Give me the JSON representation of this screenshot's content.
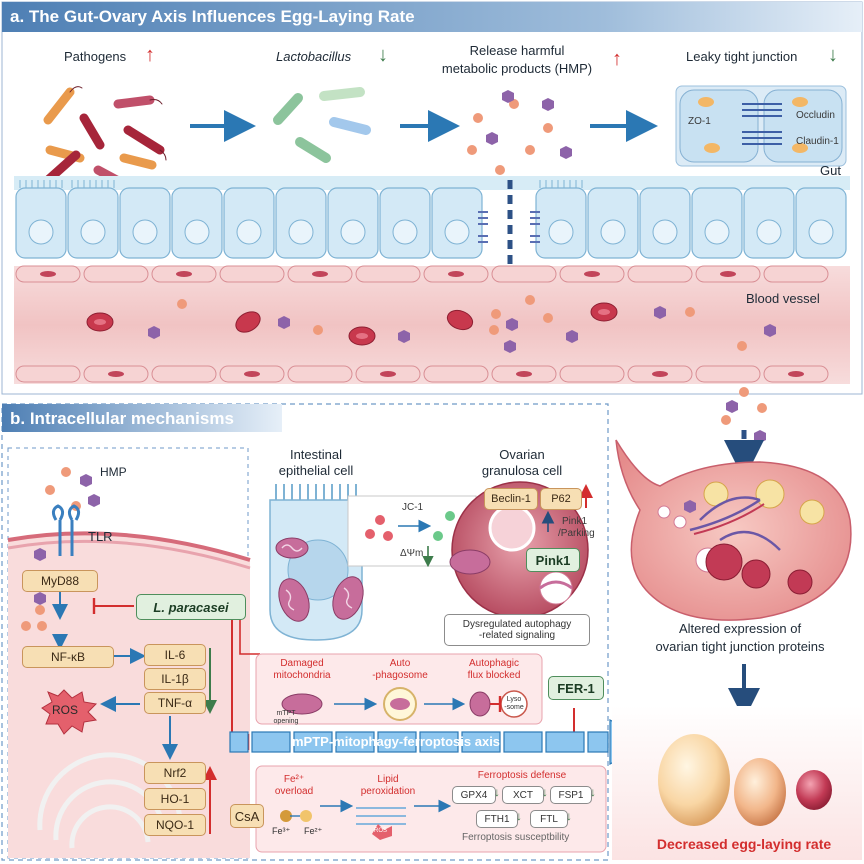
{
  "panel_a": {
    "title": "a. The Gut-Ovary Axis Influences Egg-Laying Rate",
    "pathogens": "Pathogens",
    "lactobacillus": "Lactobacillus",
    "hmp_line1": "Release harmful",
    "hmp_line2": "metabolic products (HMP)",
    "leaky": "Leaky tight junction",
    "zo1": "ZO-1",
    "occludin": "Occludin",
    "claudin": "Claudin-1",
    "gut": "Gut",
    "blood_vessel": "Blood vessel"
  },
  "panel_b": {
    "title": "b. Intracellular mechanisms",
    "hmp": "HMP",
    "tlr": "TLR",
    "myd88": "MyD88",
    "l_paracasei": "L. paracasei",
    "nfkb": "NF-κB",
    "il6": "IL-6",
    "il1b": "IL-1β",
    "tnfa": "TNF-α",
    "ros": "ROS",
    "nrf2": "Nrf2",
    "ho1": "HO-1",
    "nqo1": "NQO-1",
    "intestinal_l1": "Intestinal",
    "intestinal_l2": "epithelial cell",
    "ovarian_l1": "Ovarian",
    "ovarian_l2": "granulosa cell",
    "jc1": "JC-1",
    "dpsi": "ΔΨm",
    "beclin": "Beclin-1",
    "p62": "P62",
    "pink_parkin_l1": "Pink1",
    "pink_parkin_l2": "/Parking",
    "pink1": "Pink1",
    "dysreg_l1": "Dysregulated autophagy",
    "dysreg_l2": "-related signaling",
    "damaged_l1": "Damaged",
    "damaged_l2": "mitochondria",
    "mtpt_l1": "mTPT",
    "mtpt_l2": "opening",
    "auto_l1": "Auto",
    "auto_l2": "-phagosome",
    "flux_l1": "Autophagic",
    "flux_l2": "flux blocked",
    "lyso_l1": "Lyso",
    "lyso_l2": "-some",
    "fer1": "FER-1",
    "axis": "mPTP-mitophagy-ferroptosis axis",
    "csa": "CsA",
    "fe_l1": "Fe²⁺",
    "fe_l2": "overload",
    "fe3": "Fe³⁺",
    "fe2": "Fe²⁺",
    "lipid_l1": "Lipid",
    "lipid_l2": "peroxidation",
    "ros_small": "ROS",
    "defense": "Ferroptosis defense",
    "gpx4": "GPX4",
    "xct": "XCT",
    "fsp1": "FSP1",
    "fth1": "FTH1",
    "ftl": "FTL",
    "suscept": "Ferroptosis susceptbility",
    "altered_l1": "Altered expression of",
    "altered_l2": "ovarian tight junction proteins",
    "decreased": "Decreased egg-laying rate"
  },
  "colors": {
    "title_bar": "#5b87b8",
    "up_arrow": "#d32e2e",
    "down_arrow": "#3d7c4b",
    "flow_arrow": "#2b78b4",
    "gut_cells": "#d3e9f6",
    "vessel": "#f5d6d6",
    "hmp_orange": "#ef9a7a",
    "hmp_purple": "#8d63a9"
  }
}
